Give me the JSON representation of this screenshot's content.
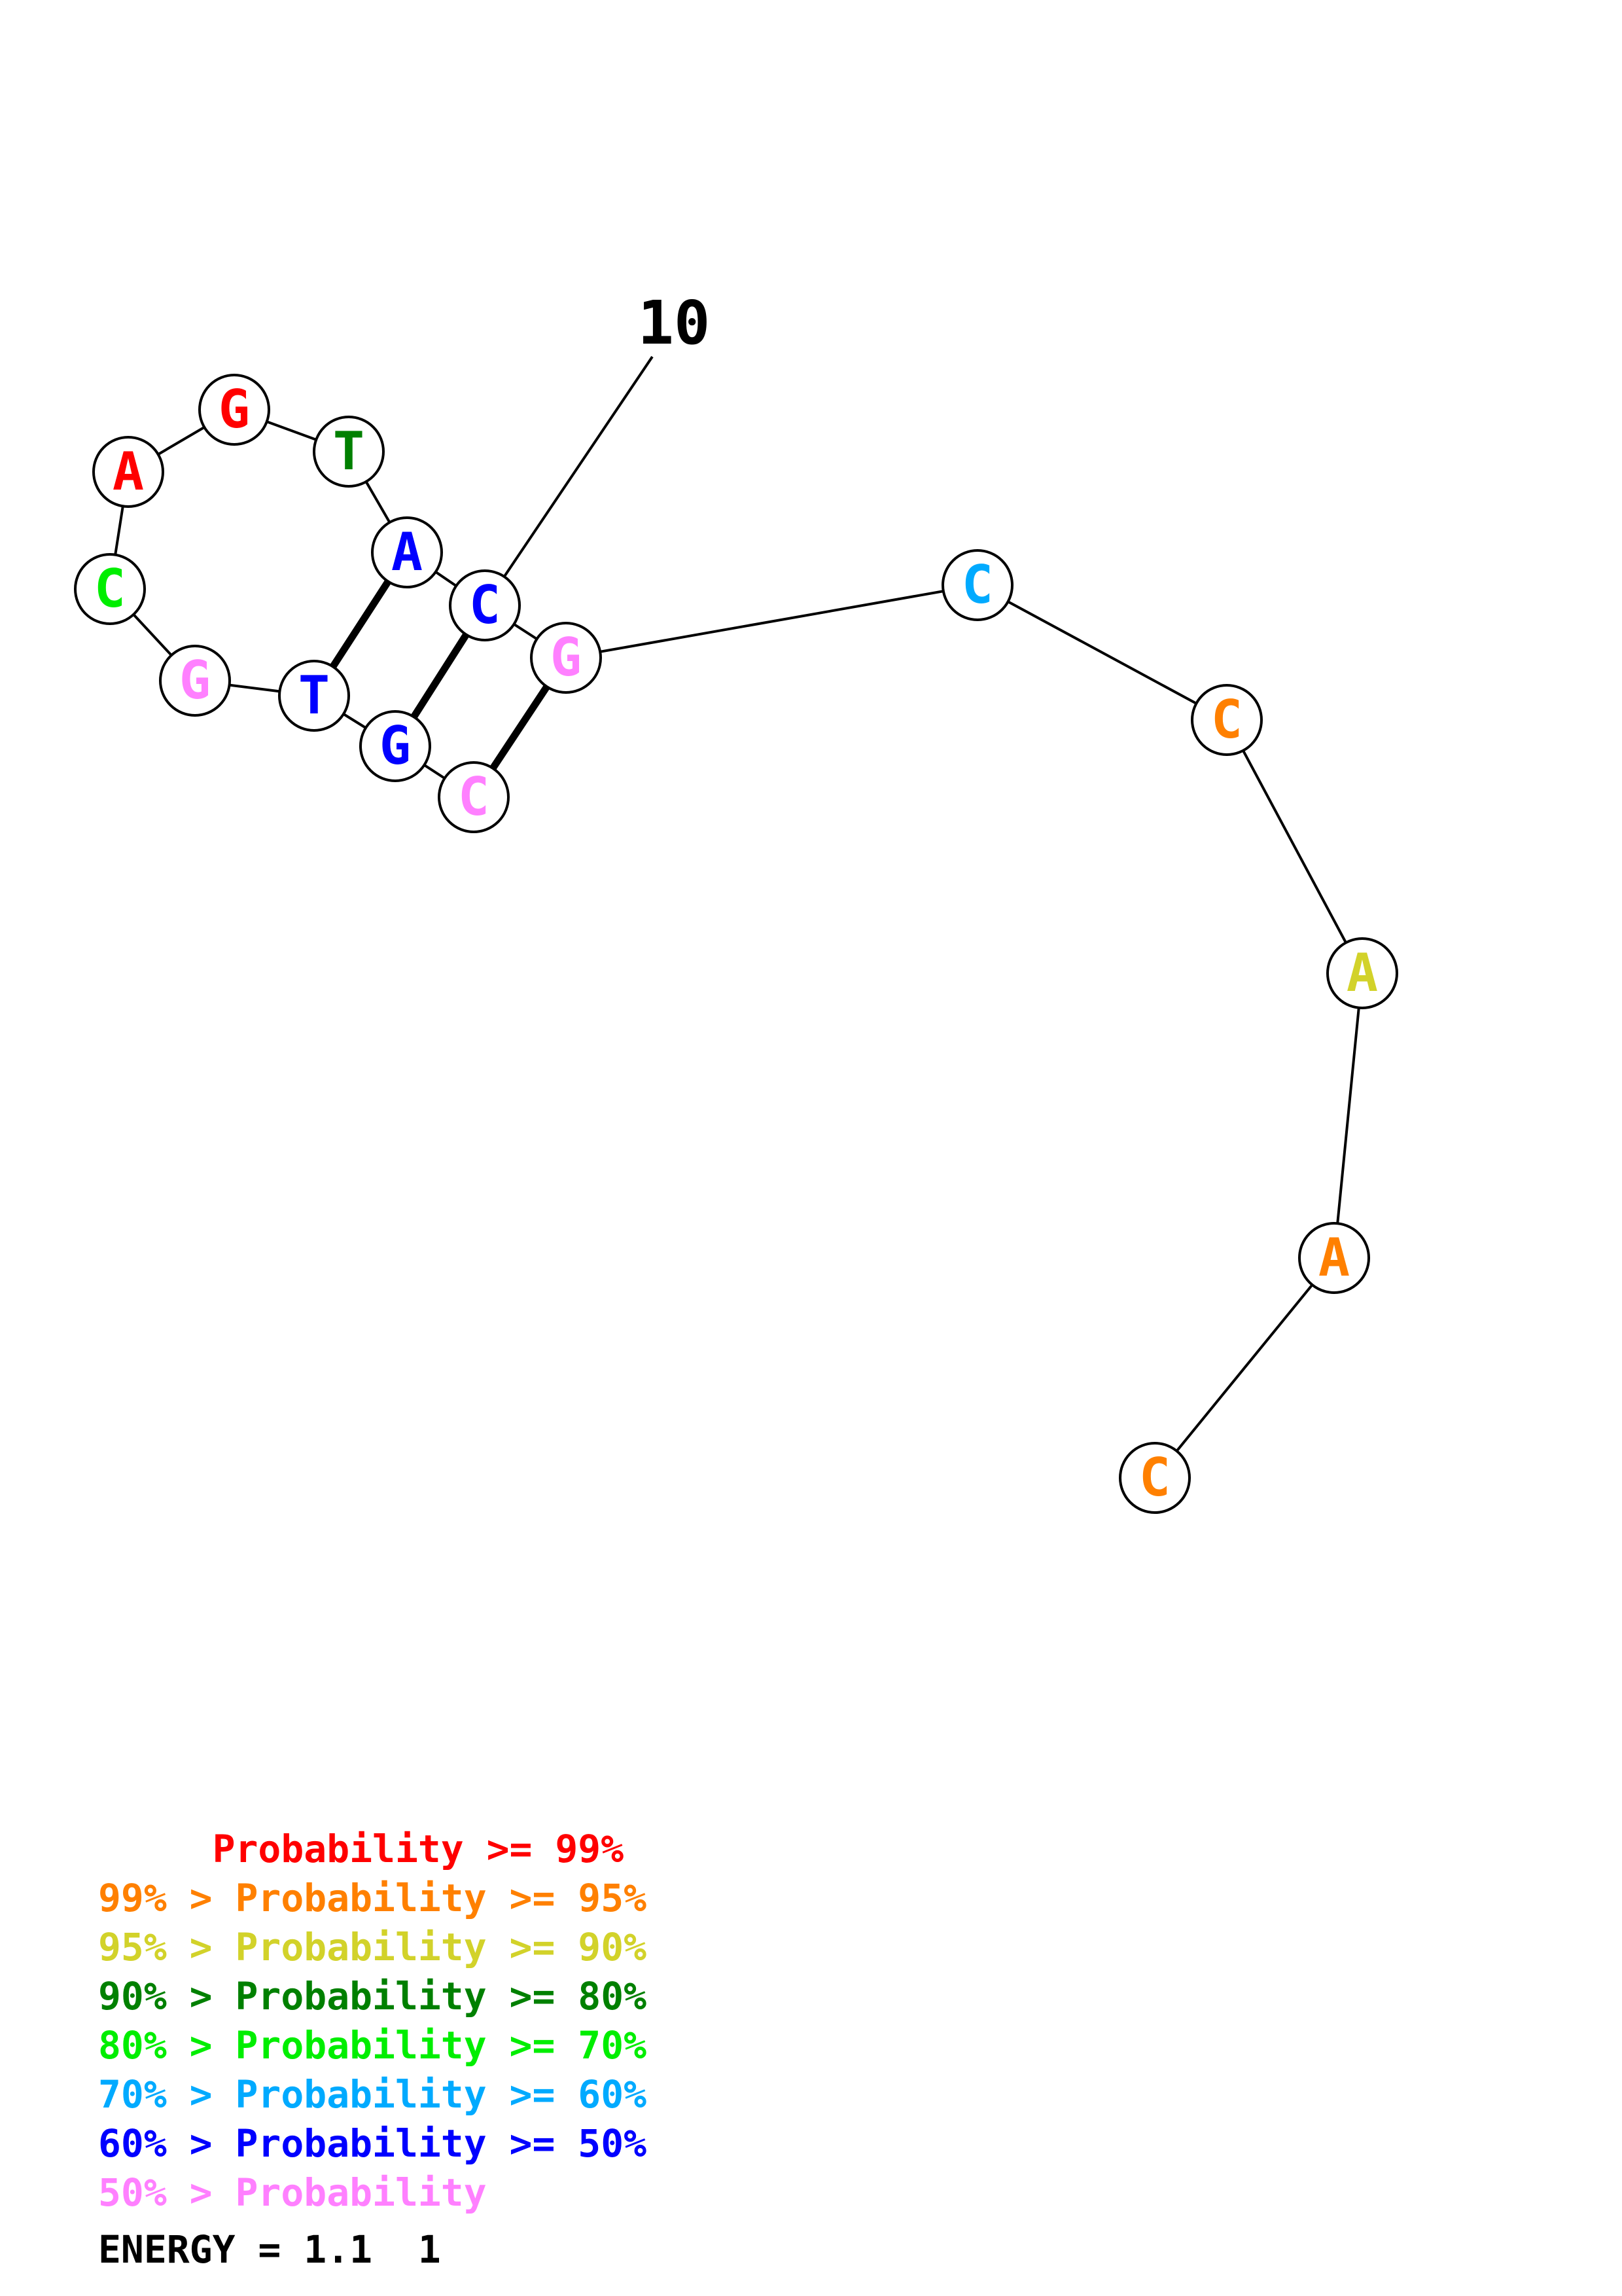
{
  "diagram": {
    "title_index_label": "10",
    "colors": {
      "p99": "#ff0000",
      "p95": "#ff8000",
      "p90": "#d2d22a",
      "p80": "#008000",
      "p70": "#00ee00",
      "p60": "#00aaff",
      "p50": "#0000ff",
      "p_low": "#ff80ff"
    },
    "nucleotides": [
      {
        "letter": "A",
        "prob_class": "p99"
      },
      {
        "letter": "G",
        "prob_class": "p99"
      },
      {
        "letter": "T",
        "prob_class": "p80"
      },
      {
        "letter": "A",
        "prob_class": "p50"
      },
      {
        "letter": "C",
        "prob_class": "p50"
      },
      {
        "letter": "G",
        "prob_class": "p_low"
      },
      {
        "letter": "C",
        "prob_class": "p60"
      },
      {
        "letter": "C",
        "prob_class": "p95"
      },
      {
        "letter": "A",
        "prob_class": "p90"
      },
      {
        "letter": "A",
        "prob_class": "p95"
      },
      {
        "letter": "C",
        "prob_class": "p95"
      },
      {
        "letter": "C",
        "prob_class": "p70"
      },
      {
        "letter": "G",
        "prob_class": "p_low"
      },
      {
        "letter": "T",
        "prob_class": "p50"
      },
      {
        "letter": "G",
        "prob_class": "p50"
      },
      {
        "letter": "C",
        "prob_class": "p_low"
      }
    ],
    "base_pairs": [
      [
        3,
        13
      ],
      [
        4,
        14
      ],
      [
        5,
        15
      ]
    ]
  },
  "legend": {
    "rows": [
      {
        "text": "     Probability >= 99%",
        "color": "#ff0000"
      },
      {
        "text": "99% > Probability >= 95%",
        "color": "#ff8000"
      },
      {
        "text": "95% > Probability >= 90%",
        "color": "#d2d22a"
      },
      {
        "text": "90% > Probability >= 80%",
        "color": "#008000"
      },
      {
        "text": "80% > Probability >= 70%",
        "color": "#00ee00"
      },
      {
        "text": "70% > Probability >= 60%",
        "color": "#00aaff"
      },
      {
        "text": "60% > Probability >= 50%",
        "color": "#0000ff"
      },
      {
        "text": "50% > Probability",
        "color": "#ff80ff"
      }
    ]
  },
  "energy": {
    "text": "ENERGY = 1.1  1"
  }
}
